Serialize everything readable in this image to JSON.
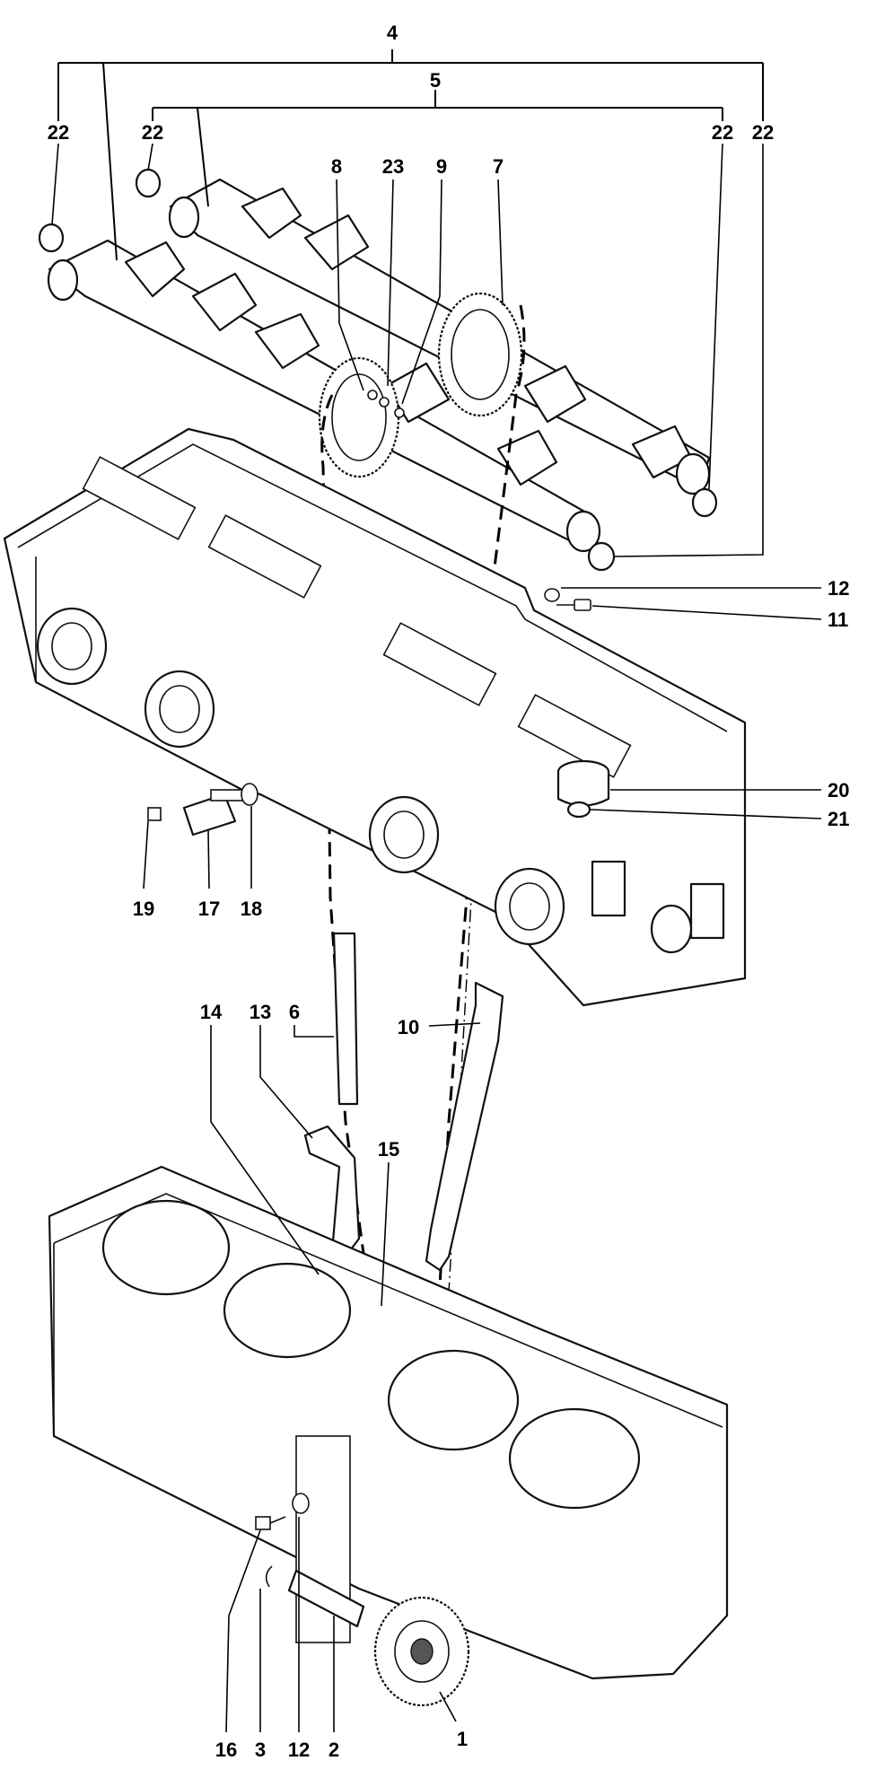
{
  "callouts": [
    {
      "id": "c4",
      "text": "4"
    },
    {
      "id": "c5",
      "text": "5"
    },
    {
      "id": "c22a",
      "text": "22"
    },
    {
      "id": "c22b",
      "text": "22"
    },
    {
      "id": "c22c",
      "text": "22"
    },
    {
      "id": "c22d",
      "text": "22"
    },
    {
      "id": "c8",
      "text": "8"
    },
    {
      "id": "c23",
      "text": "23"
    },
    {
      "id": "c9",
      "text": "9"
    },
    {
      "id": "c7",
      "text": "7"
    },
    {
      "id": "c12a",
      "text": "12"
    },
    {
      "id": "c11",
      "text": "11"
    },
    {
      "id": "c20",
      "text": "20"
    },
    {
      "id": "c21",
      "text": "21"
    },
    {
      "id": "c19",
      "text": "19"
    },
    {
      "id": "c17",
      "text": "17"
    },
    {
      "id": "c18",
      "text": "18"
    },
    {
      "id": "c14",
      "text": "14"
    },
    {
      "id": "c13",
      "text": "13"
    },
    {
      "id": "c6",
      "text": "6"
    },
    {
      "id": "c10",
      "text": "10"
    },
    {
      "id": "c15",
      "text": "15"
    },
    {
      "id": "c16",
      "text": "16"
    },
    {
      "id": "c3",
      "text": "3"
    },
    {
      "id": "c12b",
      "text": "12"
    },
    {
      "id": "c2",
      "text": "2"
    },
    {
      "id": "c1",
      "text": "1"
    }
  ],
  "colors": {
    "ink": "#000000",
    "background": "#ffffff"
  }
}
